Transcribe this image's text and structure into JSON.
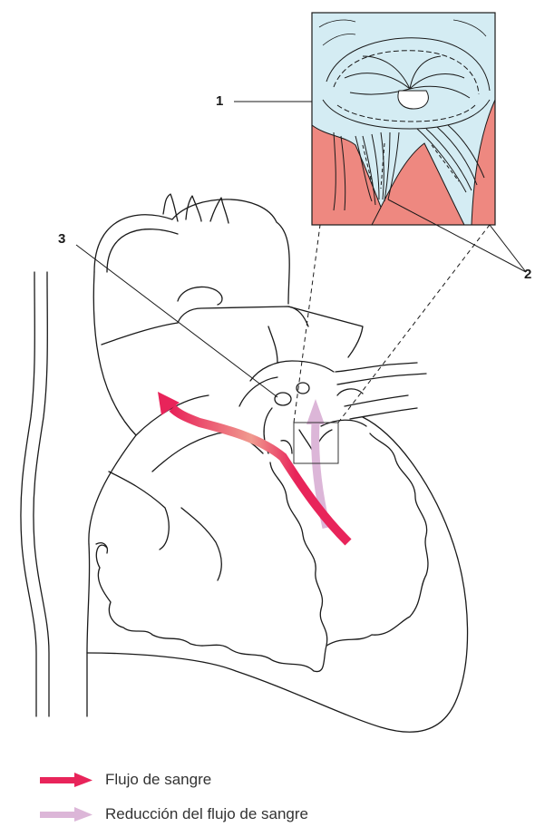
{
  "callouts": {
    "one": "1",
    "two": "2",
    "three": "3"
  },
  "legend": [
    {
      "label": "Flujo de sangre",
      "color": "#e8245a",
      "icon": "arrow-icon"
    },
    {
      "label": "Reducción del flujo de sangre",
      "color": "#dcb6d8",
      "icon": "arrow-icon"
    }
  ],
  "colors": {
    "blood_flow": "#e8245a",
    "reduced_flow": "#dcb6d8",
    "valve_inset_bg": "#d4ecf3",
    "muscle": "#ee8880",
    "outline": "#1a1a1a"
  }
}
